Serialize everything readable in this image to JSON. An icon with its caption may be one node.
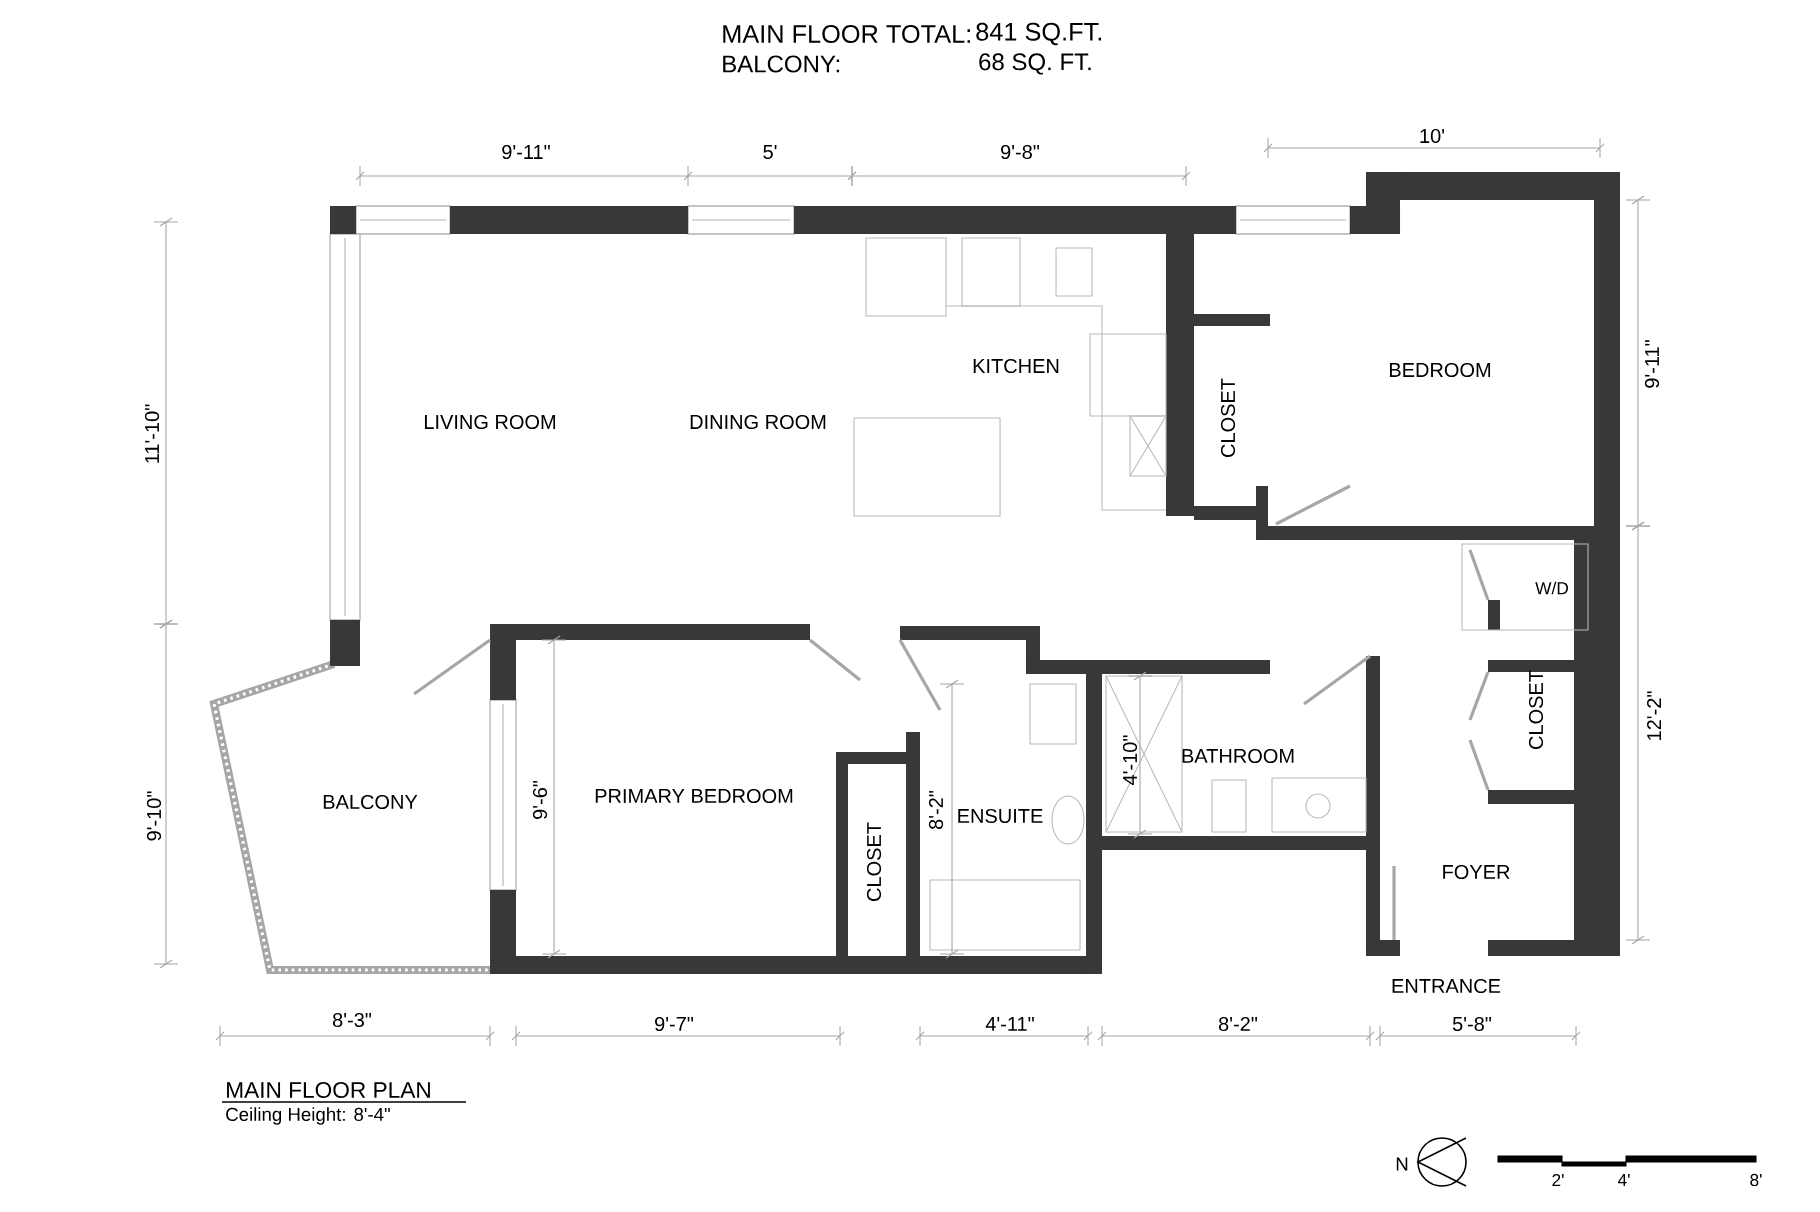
{
  "diagram": {
    "labels": [
      "MAIN FLOOR TOTAL:",
      "841 SQ.FT.",
      "BALCONY:",
      "68 SQ. FT.",
      "10'",
      "9'-11\"",
      "5'",
      "9'-8\"",
      "KITCHEN",
      "BEDROOM",
      "9'-11\"",
      "CLOSET",
      "LIVING ROOM",
      "DINING ROOM",
      "11'-10\"",
      "W/D",
      "12'-2\"",
      "CLOSET",
      "4'-10\"",
      "BATHROOM",
      "PRIMARY BEDROOM",
      "BALCONY",
      "9'-6\"",
      "9'-10\"",
      "8'-2\"",
      "ENSUITE",
      "CLOSET",
      "FOYER",
      "ENTRANCE",
      "8'-3\"",
      "9'-7\"",
      "4'-11\"",
      "8'-2\"",
      "5'-8\"",
      "MAIN FLOOR PLAN",
      "Ceiling Height: 8'-4\"",
      "N",
      "2'",
      "4'",
      "8'"
    ]
  }
}
